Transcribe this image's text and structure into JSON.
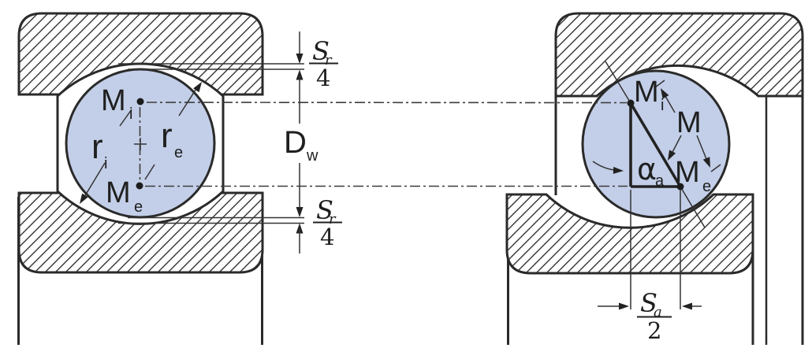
{
  "diagram": {
    "left_view": {
      "inner_center_base": "M",
      "inner_center_sub": "i",
      "outer_center_base": "M",
      "outer_center_sub": "e",
      "inner_radius_base": "r",
      "inner_radius_sub": "i",
      "outer_radius_base": "r",
      "outer_radius_sub": "e",
      "ball_diameter_base": "D",
      "ball_diameter_sub": "w",
      "radial_clearance_top": {
        "num_base": "S",
        "num_sub": "r",
        "den": "4"
      },
      "radial_clearance_bottom": {
        "num_base": "S",
        "num_sub": "r",
        "den": "4"
      }
    },
    "right_view": {
      "inner_center_base": "M",
      "inner_center_sub": "i",
      "outer_center_base": "M",
      "outer_center_sub": "e",
      "center_distance": "M",
      "contact_angle_base": "α",
      "contact_angle_sub": "a",
      "axial_clearance": {
        "num_base": "S",
        "num_sub": "a",
        "den": "2"
      }
    },
    "colors": {
      "ball_fill": "#c3cfe8",
      "line": "#2a2a2a",
      "background": "#ffffff"
    }
  }
}
